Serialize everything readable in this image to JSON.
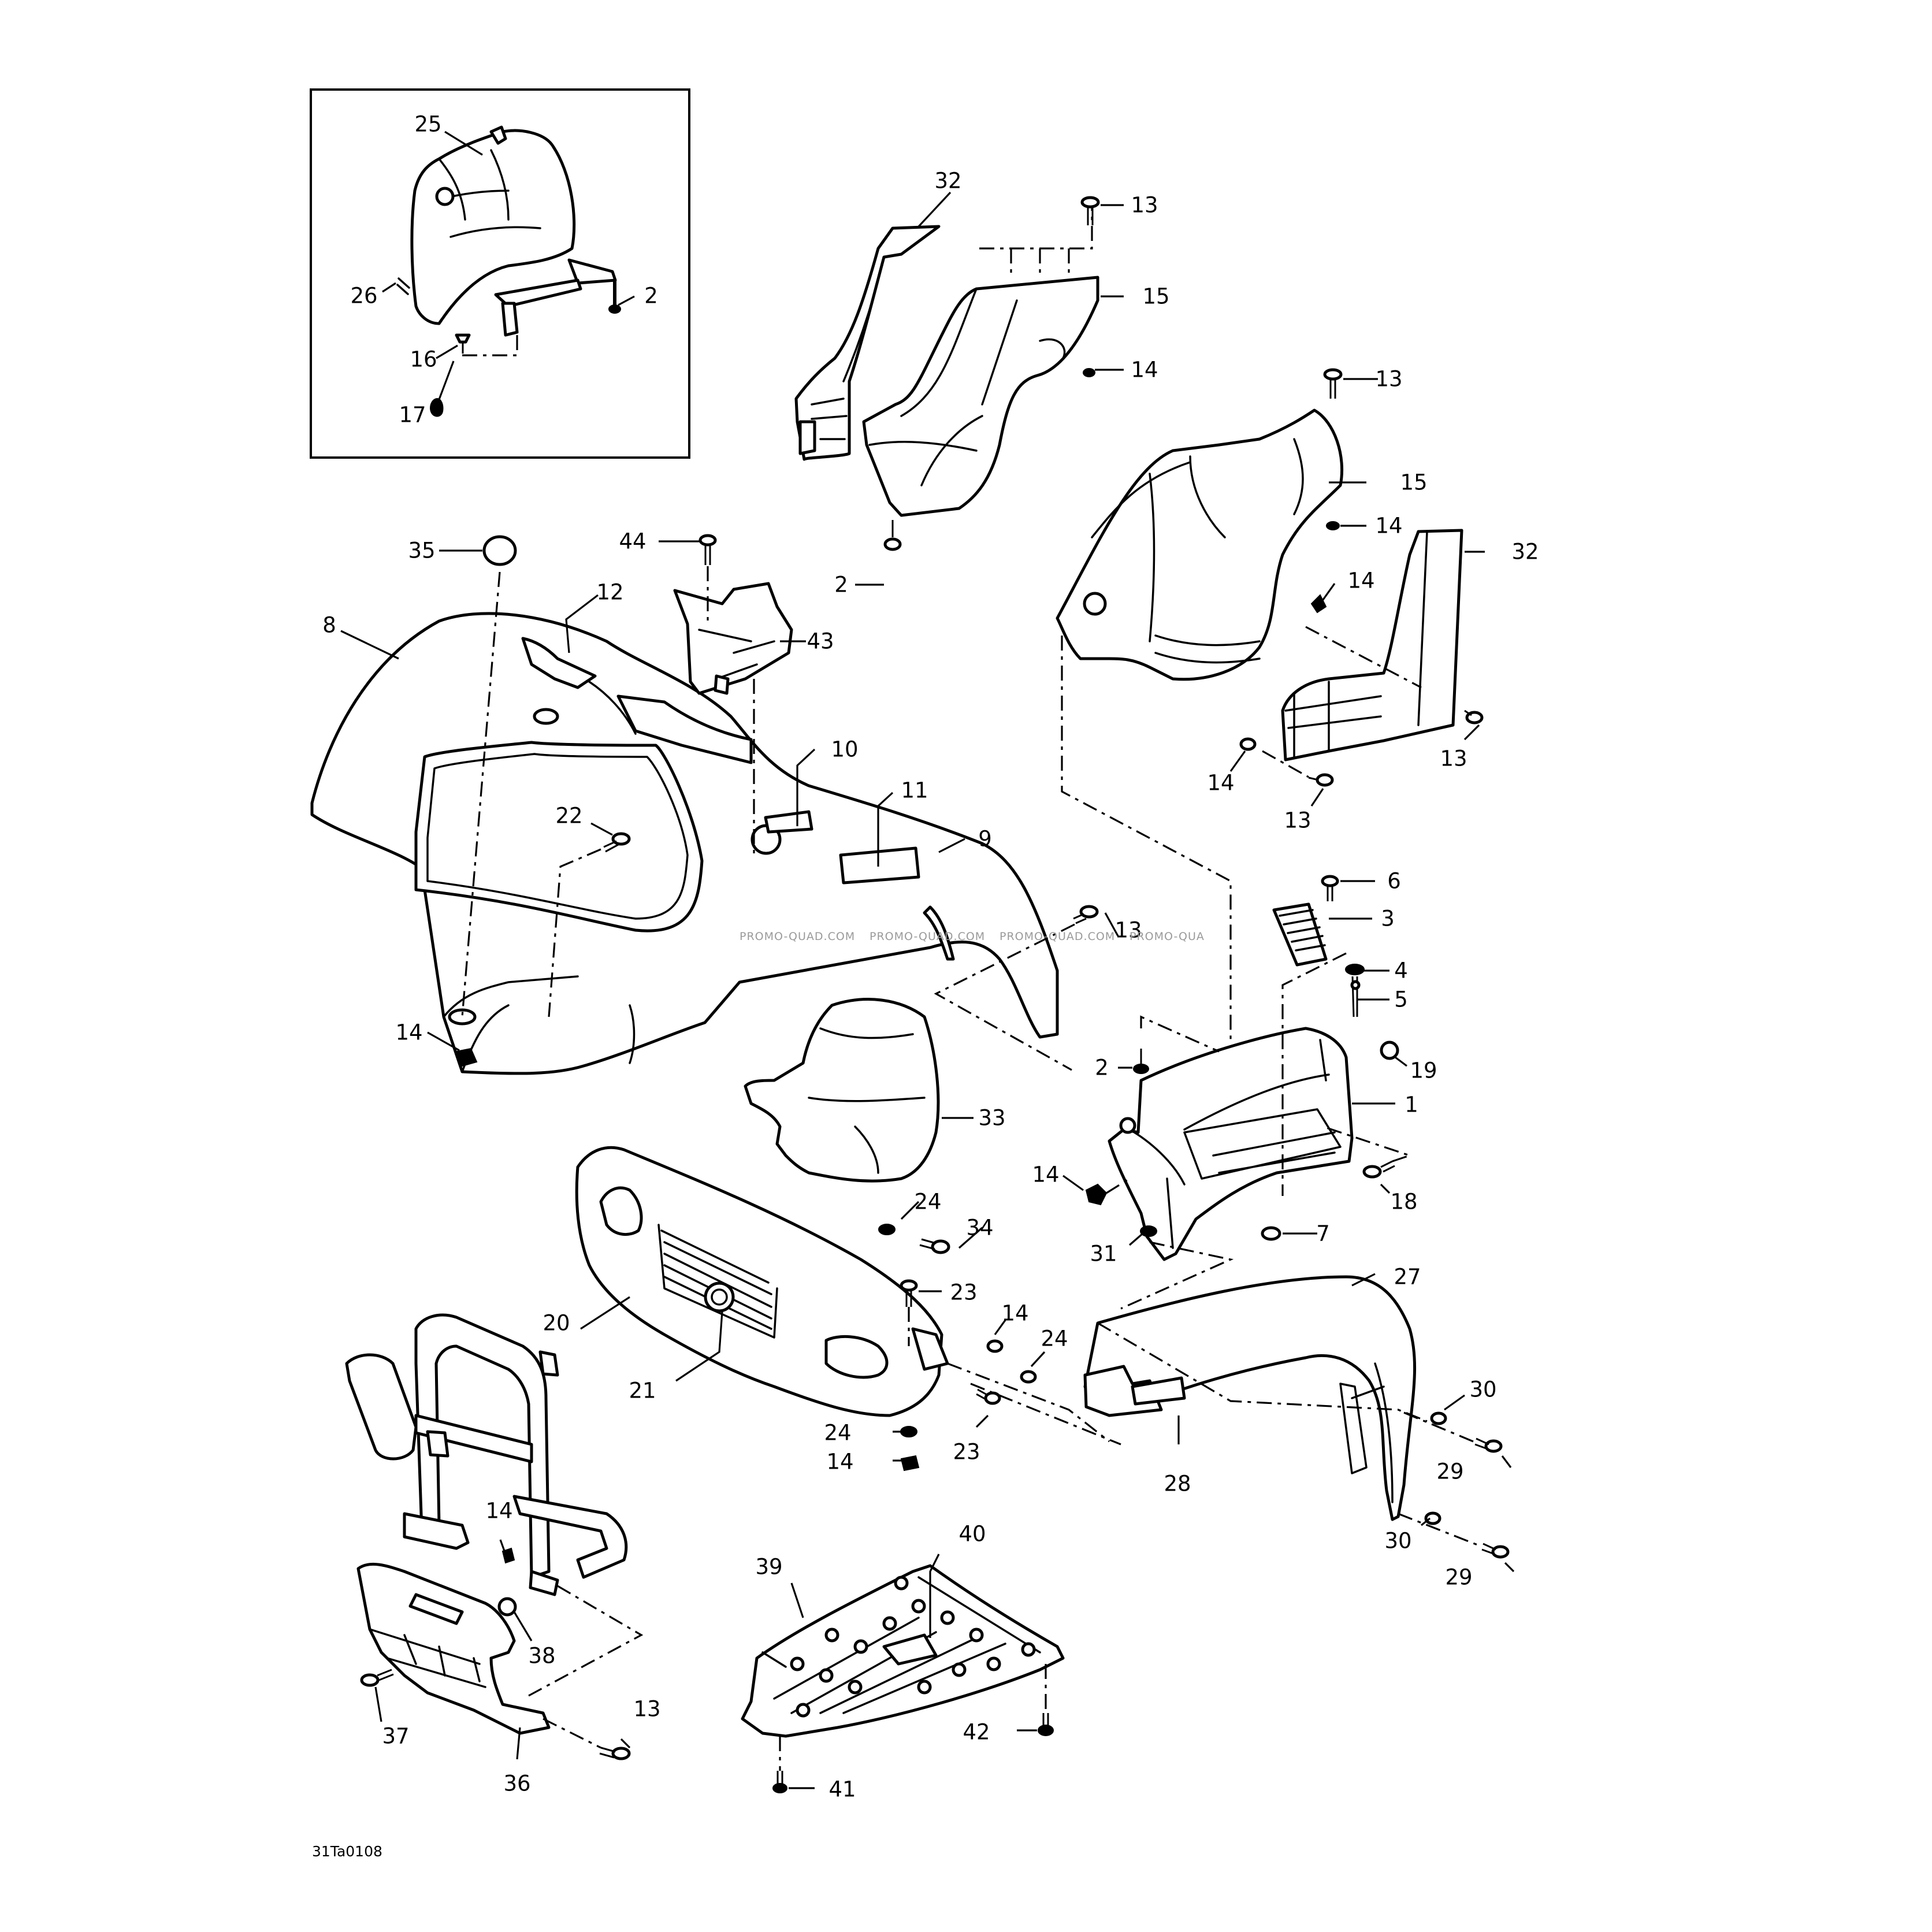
{
  "diagram": {
    "drawing_code": "31Ta0108",
    "watermarks": [
      "PROMO-QUAD.COM",
      "PROMO-QUAD.COM",
      "PROMO-QUAD.COM",
      "PROMO-QUA"
    ],
    "part_callouts": [
      {
        "id": "c25a",
        "label": "25"
      },
      {
        "id": "c26a",
        "label": "26"
      },
      {
        "id": "c2a",
        "label": "2"
      },
      {
        "id": "c16a",
        "label": "16"
      },
      {
        "id": "c17a",
        "label": "17"
      },
      {
        "id": "c32a",
        "label": "32"
      },
      {
        "id": "c13a",
        "label": "13"
      },
      {
        "id": "c15a",
        "label": "15"
      },
      {
        "id": "c14a",
        "label": "14"
      },
      {
        "id": "c2b",
        "label": "2"
      },
      {
        "id": "c13b",
        "label": "13"
      },
      {
        "id": "c15b",
        "label": "15"
      },
      {
        "id": "c14b",
        "label": "14"
      },
      {
        "id": "c32b",
        "label": "32"
      },
      {
        "id": "c14c",
        "label": "14"
      },
      {
        "id": "c13c",
        "label": "13"
      },
      {
        "id": "c14d",
        "label": "14"
      },
      {
        "id": "c13d",
        "label": "13"
      },
      {
        "id": "c35",
        "label": "35"
      },
      {
        "id": "c44",
        "label": "44"
      },
      {
        "id": "c12",
        "label": "12"
      },
      {
        "id": "c8",
        "label": "8"
      },
      {
        "id": "c43",
        "label": "43"
      },
      {
        "id": "c10",
        "label": "10"
      },
      {
        "id": "c11",
        "label": "11"
      },
      {
        "id": "c9",
        "label": "9"
      },
      {
        "id": "c22",
        "label": "22"
      },
      {
        "id": "c13e",
        "label": "13"
      },
      {
        "id": "c14e",
        "label": "14"
      },
      {
        "id": "c6",
        "label": "6"
      },
      {
        "id": "c3",
        "label": "3"
      },
      {
        "id": "c4",
        "label": "4"
      },
      {
        "id": "c5",
        "label": "5"
      },
      {
        "id": "c2c",
        "label": "2"
      },
      {
        "id": "c19",
        "label": "19"
      },
      {
        "id": "c1",
        "label": "1"
      },
      {
        "id": "c33",
        "label": "33"
      },
      {
        "id": "c14f",
        "label": "14"
      },
      {
        "id": "c18",
        "label": "18"
      },
      {
        "id": "c24a",
        "label": "24"
      },
      {
        "id": "c34",
        "label": "34"
      },
      {
        "id": "c31",
        "label": "31"
      },
      {
        "id": "c7",
        "label": "7"
      },
      {
        "id": "c27",
        "label": "27"
      },
      {
        "id": "c20",
        "label": "20"
      },
      {
        "id": "c23a",
        "label": "23"
      },
      {
        "id": "c14g",
        "label": "14"
      },
      {
        "id": "c24b",
        "label": "24"
      },
      {
        "id": "c21",
        "label": "21"
      },
      {
        "id": "c30a",
        "label": "30"
      },
      {
        "id": "c24c",
        "label": "24"
      },
      {
        "id": "c23b",
        "label": "23"
      },
      {
        "id": "c29a",
        "label": "29"
      },
      {
        "id": "c14h",
        "label": "14"
      },
      {
        "id": "c28",
        "label": "28"
      },
      {
        "id": "c30b",
        "label": "30"
      },
      {
        "id": "c14i",
        "label": "14"
      },
      {
        "id": "c40",
        "label": "40"
      },
      {
        "id": "c29b",
        "label": "29"
      },
      {
        "id": "c39",
        "label": "39"
      },
      {
        "id": "c38",
        "label": "38"
      },
      {
        "id": "c42",
        "label": "42"
      },
      {
        "id": "c13f",
        "label": "13"
      },
      {
        "id": "c37",
        "label": "37"
      },
      {
        "id": "c36",
        "label": "36"
      },
      {
        "id": "c41",
        "label": "41"
      }
    ]
  }
}
